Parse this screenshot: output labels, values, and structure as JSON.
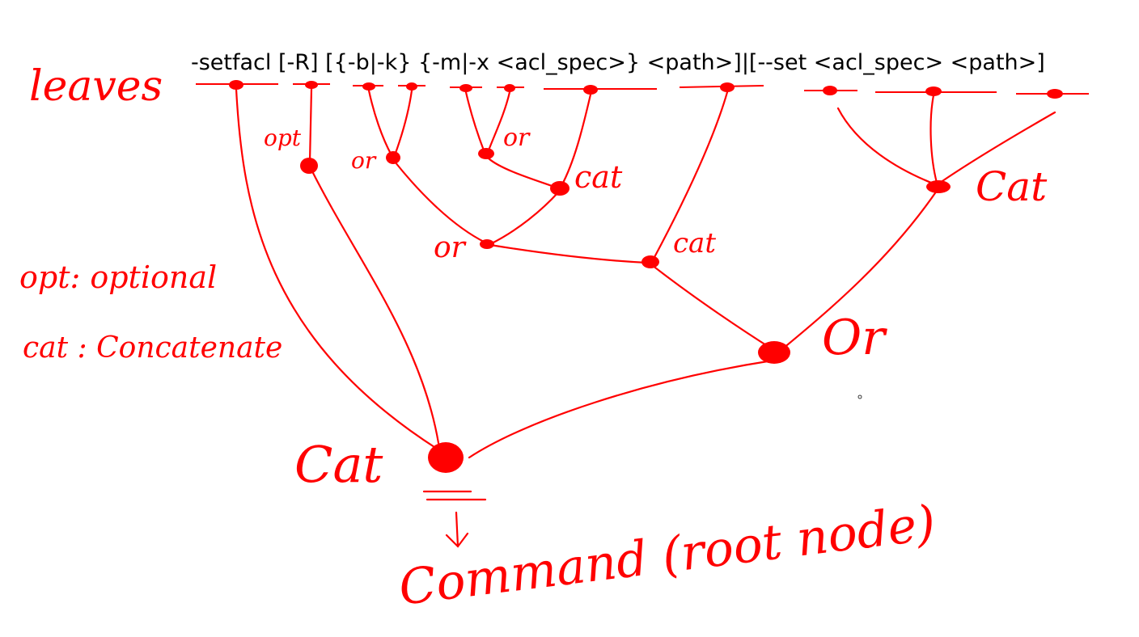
{
  "syntax_line": "-setfacl [-R] [{-b|-k} {-m|-x <acl_spec>} <path>]|[--set <acl_spec> <path>]",
  "labels": {
    "leaves": "leaves",
    "opt": "opt",
    "or_1": "or",
    "or_2": "or",
    "cat_1": "cat",
    "or_3": "or",
    "cat_2": "cat",
    "cat_3": "Cat",
    "or_big": "Or",
    "cat_root": "Cat",
    "root_description": "Command (root node)"
  },
  "legend": {
    "opt": "opt: optional",
    "cat": "cat : Concatenate"
  },
  "colors": {
    "ink": "#ff0000",
    "text": "#000000",
    "background": "#ffffff"
  }
}
